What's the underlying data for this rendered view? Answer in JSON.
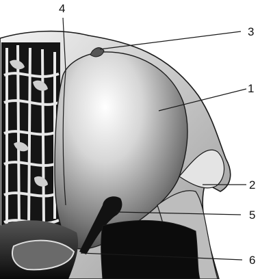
{
  "labels": {
    "l1": "1",
    "l2": "2",
    "l3": "3",
    "l4": "4",
    "l5": "5",
    "l6": "6"
  },
  "colors": {
    "background": "#ffffff",
    "line": "#1a1a1a",
    "bone": "#d8d8d8",
    "sinus_light": "#ffffff",
    "sinus_dark": "#2b2b2b"
  }
}
